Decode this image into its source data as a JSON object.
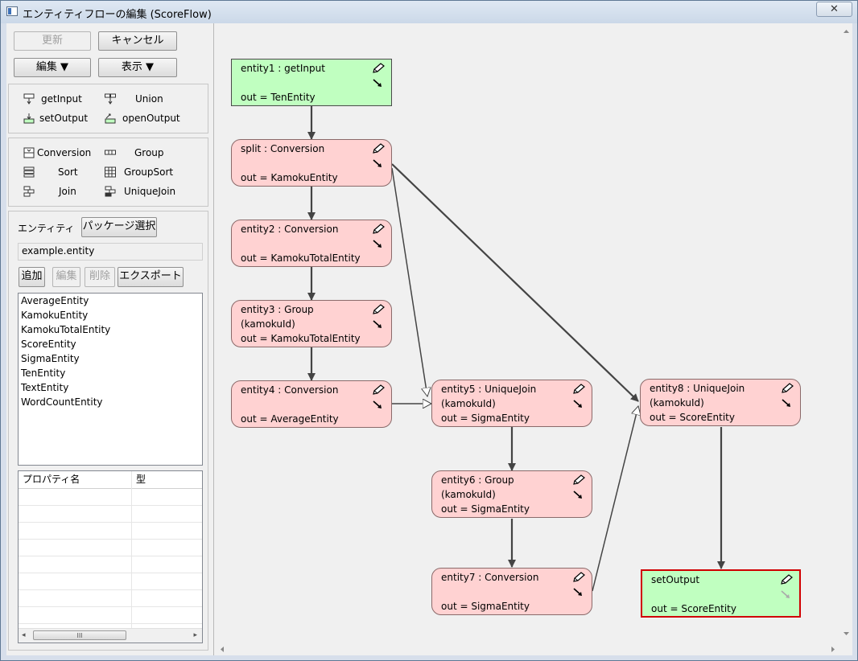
{
  "window": {
    "title": "エンティティフローの編集 (ScoreFlow)",
    "close_label": "✕"
  },
  "toolbar": {
    "refresh": "更新",
    "cancel": "キャンセル",
    "edit_menu": "編集 ▼",
    "view_menu": "表示 ▼"
  },
  "palette_io": {
    "getInput": "getInput",
    "union": "Union",
    "setOutput": "setOutput",
    "openOutput": "openOutput"
  },
  "palette_ops": {
    "conversion": "Conversion",
    "group": "Group",
    "sort": "Sort",
    "groupSort": "GroupSort",
    "join": "Join",
    "uniqueJoin": "UniqueJoin"
  },
  "entity_section": {
    "label": "エンティティ",
    "package_button": "パッケージ選択",
    "package_value": "example.entity",
    "add": "追加",
    "edit": "編集",
    "delete": "削除",
    "export": "エクスポート",
    "entities": [
      "AverageEntity",
      "KamokuEntity",
      "KamokuTotalEntity",
      "ScoreEntity",
      "SigmaEntity",
      "TenEntity",
      "TextEntity",
      "WordCountEntity"
    ]
  },
  "property_table": {
    "col_name": "プロパティ名",
    "col_type": "型",
    "scroll_thumb": "III"
  },
  "nodes": {
    "entity1": {
      "l1": "entity1 : getInput",
      "l2": "",
      "l3": "out = TenEntity"
    },
    "split": {
      "l1": "split : Conversion",
      "l2": "",
      "l3": "out = KamokuEntity"
    },
    "entity2": {
      "l1": "entity2 : Conversion",
      "l2": "",
      "l3": "out = KamokuTotalEntity"
    },
    "entity3": {
      "l1": "entity3 : Group",
      "l2": "(kamokuId)",
      "l3": "out = KamokuTotalEntity"
    },
    "entity4": {
      "l1": "entity4 : Conversion",
      "l2": "",
      "l3": "out = AverageEntity"
    },
    "entity5": {
      "l1": "entity5 : UniqueJoin",
      "l2": "(kamokuId)",
      "l3": "out = SigmaEntity"
    },
    "entity6": {
      "l1": "entity6 : Group",
      "l2": "(kamokuId)",
      "l3": "out = SigmaEntity"
    },
    "entity7": {
      "l1": "entity7 : Conversion",
      "l2": "",
      "l3": "out = SigmaEntity"
    },
    "entity8": {
      "l1": "entity8 : UniqueJoin",
      "l2": "(kamokuId)",
      "l3": "out = ScoreEntity"
    },
    "setOutput": {
      "l1": "setOutput",
      "l2": "",
      "l3": "out = ScoreEntity"
    }
  },
  "colors": {
    "io_node": "#c0ffc0",
    "op_node": "#ffd2d2",
    "selected_border": "#d00000"
  },
  "icons": {
    "node_edit": "pencil-icon",
    "node_connect": "connect-arrow-icon"
  }
}
